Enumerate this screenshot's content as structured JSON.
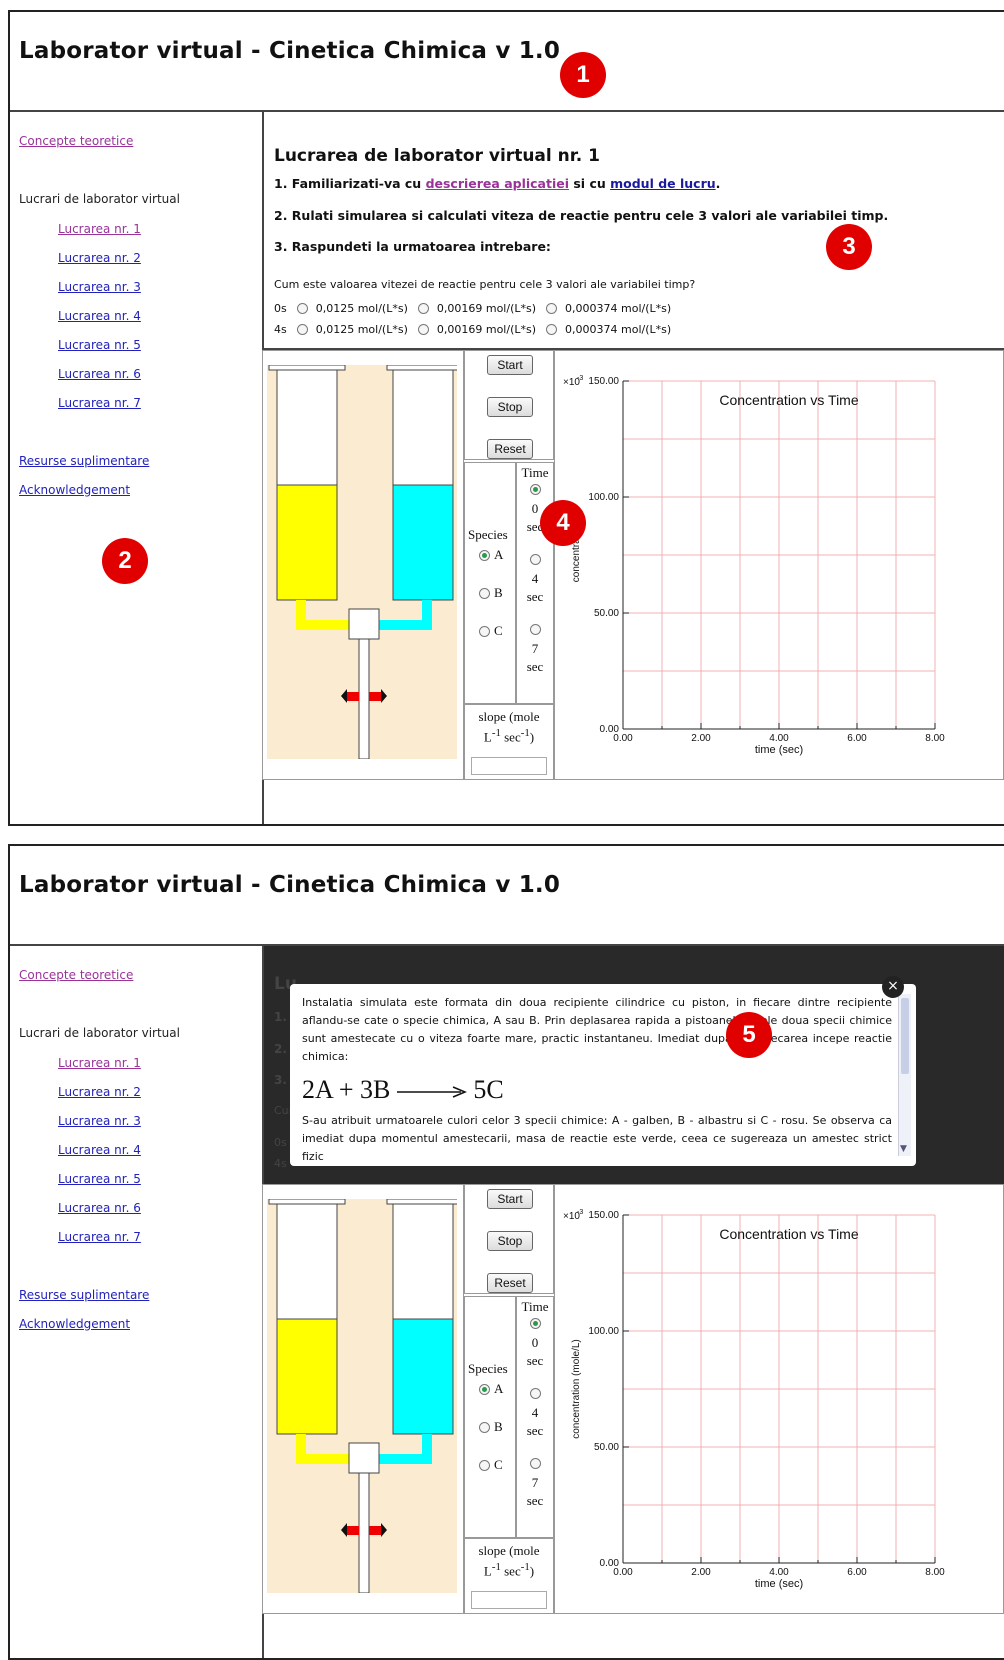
{
  "app": {
    "title": "Laborator virtual - Cinetica Chimica v 1.0"
  },
  "sidebar": {
    "concepts": "Concepte teoretice",
    "section": "Lucrari de laborator virtual",
    "items": [
      "Lucrarea nr. 1",
      "Lucrarea nr. 2",
      "Lucrarea nr. 3",
      "Lucrarea nr. 4",
      "Lucrarea nr. 5",
      "Lucrarea nr. 6",
      "Lucrarea nr. 7"
    ],
    "resources": "Resurse suplimentare",
    "ack": "Acknowledgement"
  },
  "content": {
    "heading": "Lucrarea de laborator virtual nr. 1",
    "line1_prefix": "1. Familiarizati-va cu ",
    "line1_link1": "descrierea aplicatiei",
    "line1_mid": " si cu ",
    "line1_link2": "modul de lucru",
    "line1_suffix": ".",
    "line2": "2. Rulati simularea si calculati viteza de reactie pentru cele 3 valori ale variabilei timp.",
    "line3": "3. Raspundeti la urmatoarea intrebare:",
    "question": "Cum este valoarea vitezei de reactie pentru cele 3 valori ale variabilei timp?",
    "rows": [
      {
        "label": "0s",
        "options": [
          "0,0125 mol/(L*s)",
          "0,00169 mol/(L*s)",
          "0,000374 mol/(L*s)"
        ]
      },
      {
        "label": "4s",
        "options": [
          "0,0125 mol/(L*s)",
          "0,00169 mol/(L*s)",
          "0,000374 mol/(L*s)"
        ]
      }
    ]
  },
  "controls": {
    "start": "Start",
    "stop": "Stop",
    "reset": "Reset",
    "species_label": "Species",
    "species": [
      "A",
      "B",
      "C"
    ],
    "species_selected": "A",
    "time_label": "Time",
    "times": [
      {
        "value": "0",
        "unit": "sec"
      },
      {
        "value": "4",
        "unit": "sec"
      },
      {
        "value": "7",
        "unit": "sec"
      }
    ],
    "time_selected": "0",
    "slope_label": "slope (mole",
    "slope_unit_a": "L",
    "slope_unit_b": "-1",
    "slope_unit_c": " sec",
    "slope_unit_d": "-1",
    "slope_unit_e": ")"
  },
  "colors": {
    "species_a": "#ffff00",
    "species_b": "#00ffff",
    "reaction_marker": "#ee0000",
    "grid": "#f0b0b0",
    "marker_bg": "#e00000"
  },
  "chart_data": {
    "type": "line",
    "title": "Concentration vs Time",
    "xlabel": "time (sec)",
    "ylabel": "concentration (mole/L)",
    "ylabel_visible_top": "concentratio",
    "y_multiplier": "×10",
    "y_exponent": "-3",
    "xlim": [
      0,
      8
    ],
    "ylim": [
      0,
      150
    ],
    "x_ticks": [
      "0.00",
      "2.00",
      "4.00",
      "6.00",
      "8.00"
    ],
    "y_ticks": [
      "0.00",
      "50.00",
      "100.00",
      "150.00"
    ],
    "grid": true,
    "series": []
  },
  "dialog": {
    "paragraph1": "Instalatia simulata este formata din doua recipiente cilindrice cu piston, in fiecare dintre recipiente aflandu-se cate o specie chimica, A sau B. Prin deplasarea rapida a pistoanelor, cele doua specii chimice sunt amestecate cu o viteza foarte mare, practic instantaneu. Imediat dupa amestecarea incepe reactie chimica:",
    "equation_left": "2A + 3B",
    "equation_right": "5C",
    "paragraph2": "S-au atribuit urmatoarele culori celor 3 specii chimice: A - galben, B - albastru si C - rosu. Se observa ca imediat dupa momentul amestecarii, masa de reactie este verde, ceea ce sugereaza un amestec strict fizic",
    "close": "×"
  },
  "background_fragments": {
    "heading": "Lu",
    "n1": "1. F",
    "n2": "2. R",
    "n3": "3. R",
    "q": "Cum",
    "r0": "0s",
    "r4": "4s"
  },
  "markers": [
    "1",
    "2",
    "3",
    "4",
    "5"
  ]
}
